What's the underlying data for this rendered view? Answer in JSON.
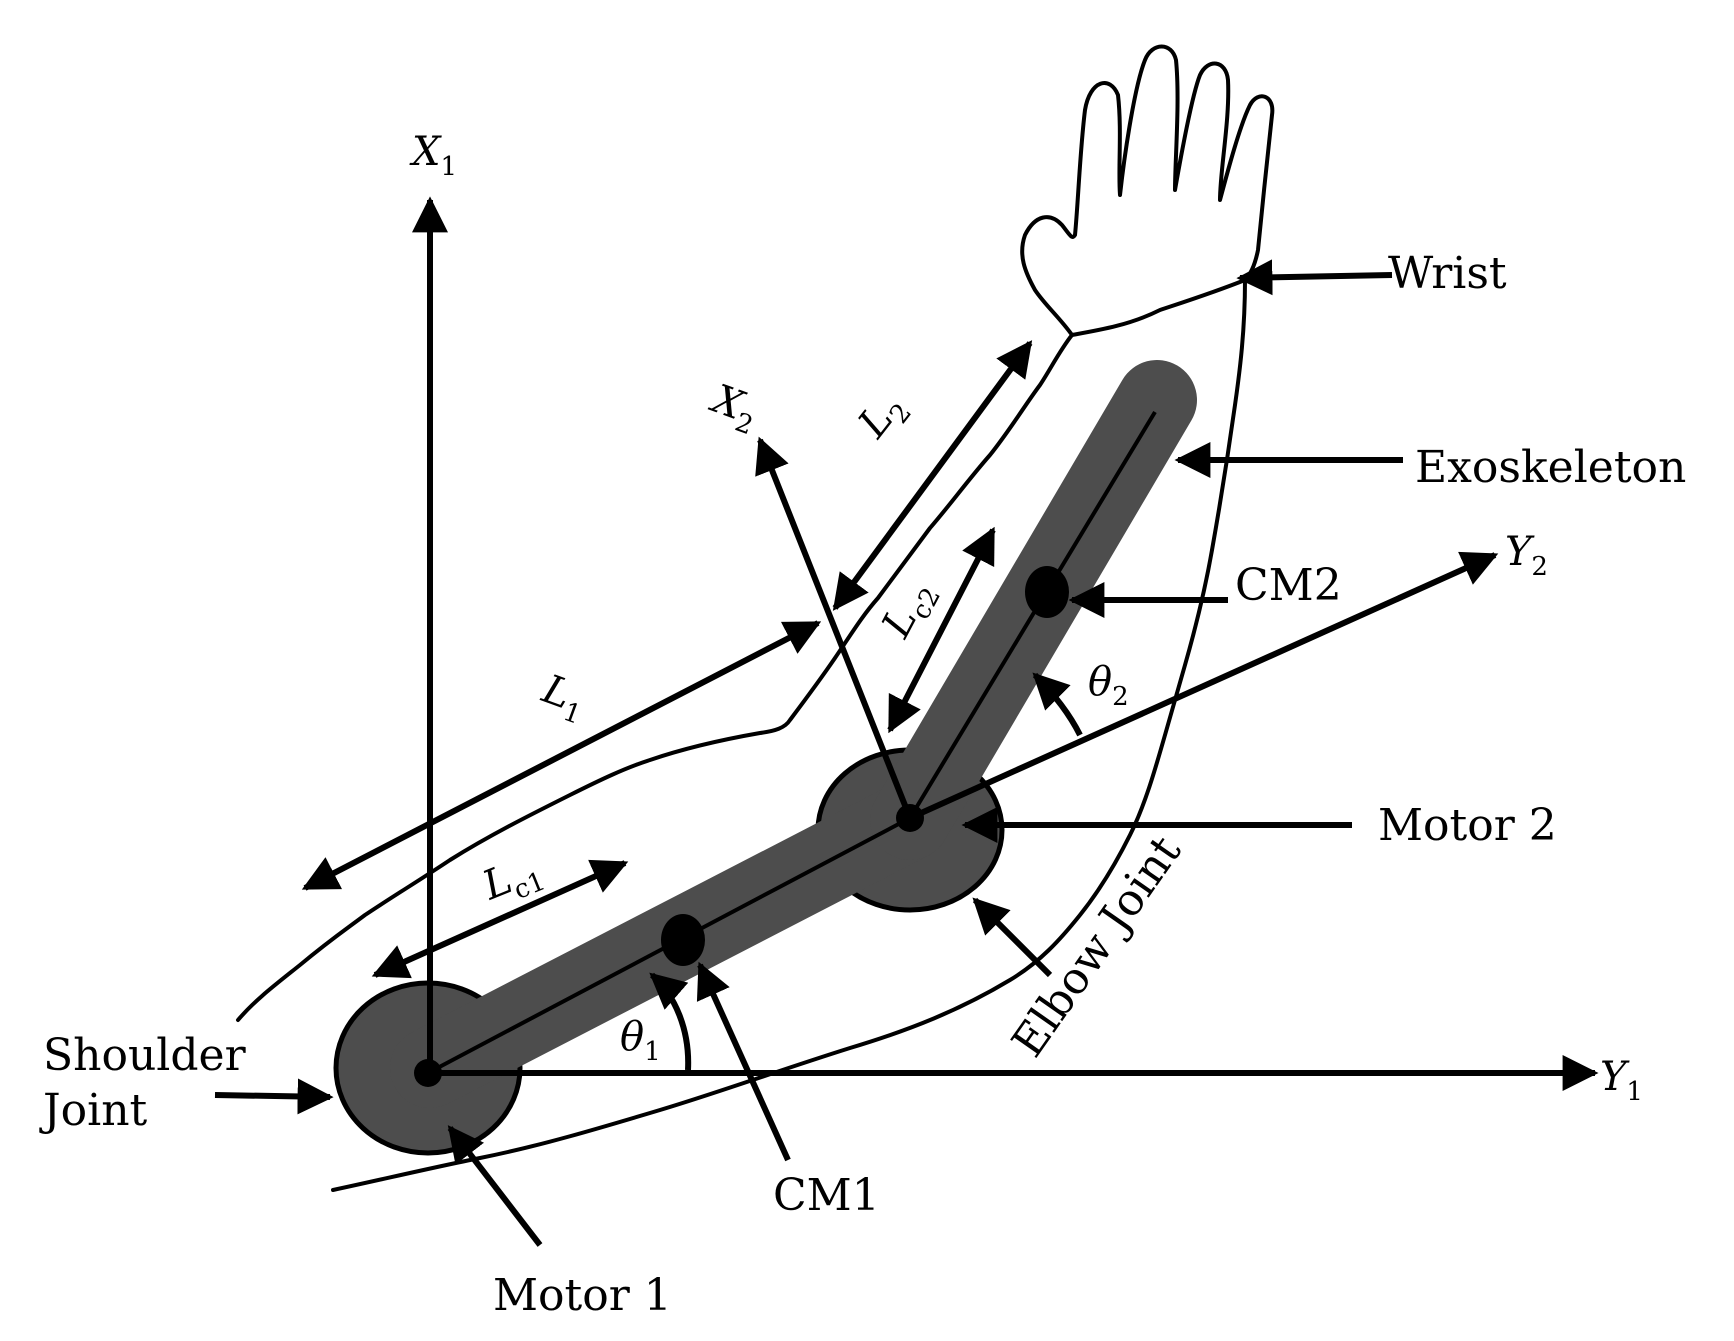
{
  "labels": {
    "shoulder_line1": "Shoulder",
    "shoulder_line2": "Joint",
    "motor1": "Motor 1",
    "motor2": "Motor 2",
    "cm1": "CM1",
    "cm2": "CM2",
    "wrist": "Wrist",
    "exoskeleton": "Exoskeleton",
    "elbow_joint": "Elbow Joint"
  },
  "symbols": {
    "x1": {
      "base": "X",
      "sub": "1"
    },
    "y1": {
      "base": "Y",
      "sub": "1"
    },
    "x2": {
      "base": "X",
      "sub": "2"
    },
    "y2": {
      "base": "Y",
      "sub": "2"
    },
    "l1": {
      "base": "L",
      "sub": "1"
    },
    "l2": {
      "base": "L",
      "sub": "2"
    },
    "lc1": {
      "base": "L",
      "sub": "c1"
    },
    "lc2": {
      "base": "L",
      "sub": "c2"
    },
    "theta1": {
      "base": "θ",
      "sub": "1"
    },
    "theta2": {
      "base": "θ",
      "sub": "2"
    }
  },
  "colors": {
    "exoskeleton": "#4d4d4d",
    "ink": "#000000"
  }
}
